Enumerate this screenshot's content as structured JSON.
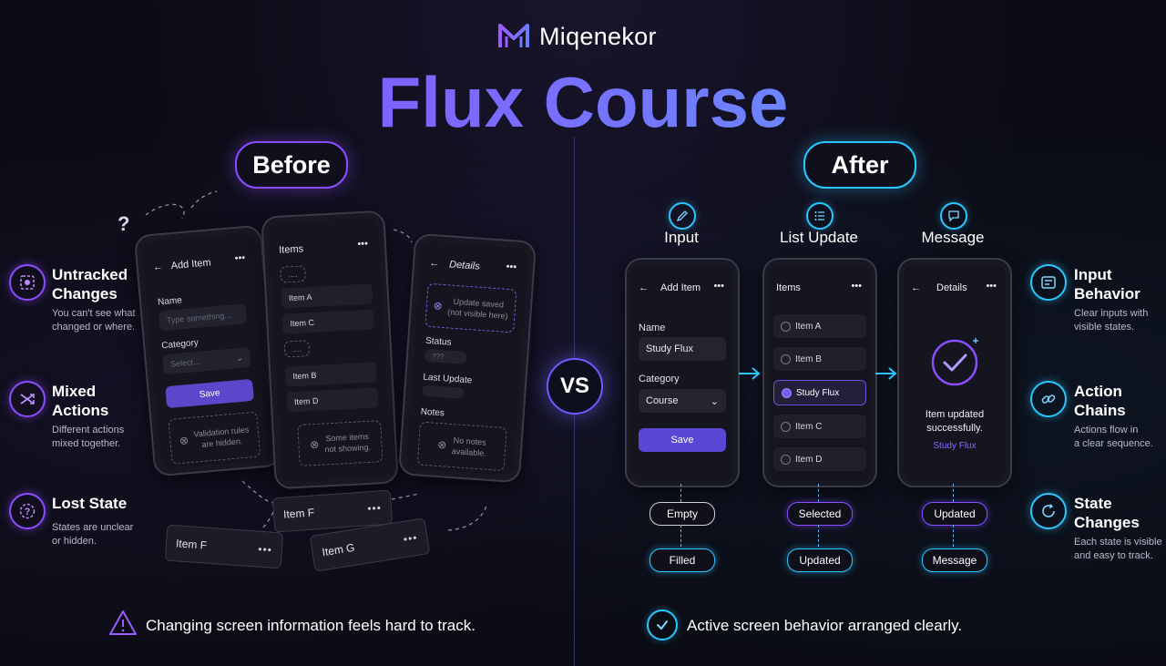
{
  "brand": {
    "name": "Miqenekor"
  },
  "hero_title": "Flux Course",
  "vs_label": "VS",
  "before": {
    "label": "Before",
    "question_mark": "?",
    "side_items": [
      {
        "icon": "untracked-icon",
        "title_1": "Untracked",
        "title_2": "Changes",
        "desc_1": "You can't see what",
        "desc_2": "changed or where."
      },
      {
        "icon": "shuffle-icon",
        "title_1": "Mixed",
        "title_2": "Actions",
        "desc_1": "Different actions",
        "desc_2": "mixed together."
      },
      {
        "icon": "question-icon",
        "title_1": "Lost State",
        "title_2": "",
        "desc_1": "States are unclear",
        "desc_2": "or hidden."
      }
    ],
    "phone_add": {
      "title": "Add Item",
      "name_label": "Name",
      "name_placeholder": "Type something...",
      "category_label": "Category",
      "category_placeholder": "Select...",
      "save": "Save",
      "hidden_1": "Validation rules",
      "hidden_2": "are hidden."
    },
    "phone_items": {
      "title": "Items",
      "rows": [
        "Item A",
        "Item C",
        "Item B",
        "Item D"
      ],
      "placeholder_1": "....",
      "placeholder_2": "....",
      "missing_1": "Some items",
      "missing_2": "not showing."
    },
    "phone_details": {
      "title": "Details",
      "update_1": "Update saved",
      "update_2": "(not visible here)",
      "status_label": "Status",
      "status_value": "???",
      "last_update_label": "Last Update",
      "notes_label": "Notes",
      "notes_1": "No notes",
      "notes_2": "available."
    },
    "floating_cards": [
      "Item F",
      "Item F",
      "Item G"
    ],
    "footer": "Changing screen information feels hard to track."
  },
  "after": {
    "label": "After",
    "columns": [
      {
        "icon": "pencil-icon",
        "heading": "Input",
        "state_top": "Empty",
        "state_bottom": "Filled"
      },
      {
        "icon": "list-icon",
        "heading": "List Update",
        "state_top": "Selected",
        "state_bottom": "Updated"
      },
      {
        "icon": "message-icon",
        "heading": "Message",
        "state_top": "Updated",
        "state_bottom": "Message"
      }
    ],
    "phone_add": {
      "title": "Add Item",
      "name_label": "Name",
      "name_value": "Study Flux",
      "category_label": "Category",
      "category_value": "Course",
      "save": "Save"
    },
    "phone_items": {
      "title": "Items",
      "rows": [
        "Item A",
        "Item B",
        "Study Flux",
        "Item C",
        "Item D"
      ]
    },
    "phone_details": {
      "title": "Details",
      "msg_1": "Item updated",
      "msg_2": "successfully.",
      "item": "Study Flux"
    },
    "side_items": [
      {
        "icon": "form-icon",
        "title_1": "Input",
        "title_2": "Behavior",
        "desc_1": "Clear inputs with",
        "desc_2": "visible states."
      },
      {
        "icon": "link-icon",
        "title_1": "Action",
        "title_2": "Chains",
        "desc_1": "Actions flow in",
        "desc_2": "a clear sequence."
      },
      {
        "icon": "cycle-icon",
        "title_1": "State",
        "title_2": "Changes",
        "desc_1": "Each state is visible",
        "desc_2": "and easy to track."
      }
    ],
    "footer": "Active screen behavior arranged clearly."
  },
  "colors": {
    "purple": "#8a4dff",
    "cyan": "#2cc6ff",
    "background": "#0b0c14"
  }
}
